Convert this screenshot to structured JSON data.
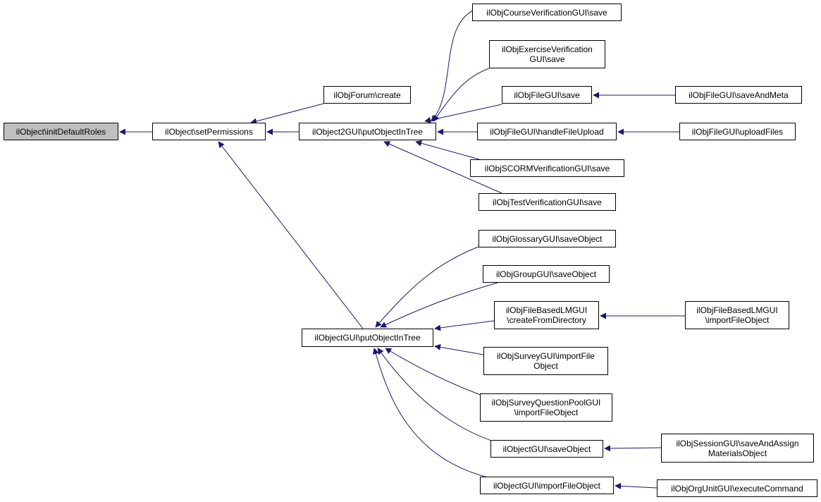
{
  "diagram": {
    "edge_color": "#191970",
    "root_fill": "#bfbfbf",
    "nodes": [
      {
        "id": "initDefaultRoles",
        "lines": [
          "ilObject\\initDefaultRoles"
        ],
        "root": true
      },
      {
        "id": "setPermissions",
        "lines": [
          "ilObject\\setPermissions"
        ]
      },
      {
        "id": "forumCreate",
        "lines": [
          "ilObjForum\\create"
        ]
      },
      {
        "id": "o2PutObjectInTree",
        "lines": [
          "ilObject2GUI\\putObjectInTree"
        ]
      },
      {
        "id": "oguiPutObjectInTree",
        "lines": [
          "ilObjectGUI\\putObjectInTree"
        ]
      },
      {
        "id": "courseVerifSave",
        "lines": [
          "ilObjCourseVerificationGUI\\save"
        ]
      },
      {
        "id": "exerciseVerifSave",
        "lines": [
          "ilObjExerciseVerification",
          "GUI\\save"
        ]
      },
      {
        "id": "fileSave",
        "lines": [
          "ilObjFileGUI\\save"
        ]
      },
      {
        "id": "fileSaveAndMeta",
        "lines": [
          "ilObjFileGUI\\saveAndMeta"
        ]
      },
      {
        "id": "fileHandleUpload",
        "lines": [
          "ilObjFileGUI\\handleFileUpload"
        ]
      },
      {
        "id": "fileUploadFiles",
        "lines": [
          "ilObjFileGUI\\uploadFiles"
        ]
      },
      {
        "id": "scormVerifSave",
        "lines": [
          "ilObjSCORMVerificationGUI\\save"
        ]
      },
      {
        "id": "testVerifSave",
        "lines": [
          "ilObjTestVerificationGUI\\save"
        ]
      },
      {
        "id": "glossarySaveObject",
        "lines": [
          "ilObjGlossaryGUI\\saveObject"
        ]
      },
      {
        "id": "groupSaveObject",
        "lines": [
          "ilObjGroupGUI\\saveObject"
        ]
      },
      {
        "id": "fblmCreateFromDir",
        "lines": [
          "ilObjFileBasedLMGUI",
          "\\createFromDirectory"
        ]
      },
      {
        "id": "fblmImportFileObject",
        "lines": [
          "ilObjFileBasedLMGUI",
          "\\importFileObject"
        ]
      },
      {
        "id": "surveyImportFileObject",
        "lines": [
          "ilObjSurveyGUI\\importFile",
          "Object"
        ]
      },
      {
        "id": "sqpImportFileObject",
        "lines": [
          "ilObjSurveyQuestionPoolGUI",
          "\\importFileObject"
        ]
      },
      {
        "id": "oguiSaveObject",
        "lines": [
          "ilObjectGUI\\saveObject"
        ]
      },
      {
        "id": "sessionSaveAndAssign",
        "lines": [
          "ilObjSessionGUI\\saveAndAssign",
          "MaterialsObject"
        ]
      },
      {
        "id": "oguiImportFileObject",
        "lines": [
          "ilObjectGUI\\importFileObject"
        ]
      },
      {
        "id": "orgUnitExecuteCommand",
        "lines": [
          "ilObjOrgUnitGUI\\executeCommand"
        ]
      }
    ],
    "edges": [
      {
        "from": "setPermissions",
        "to": "initDefaultRoles"
      },
      {
        "from": "forumCreate",
        "to": "setPermissions"
      },
      {
        "from": "o2PutObjectInTree",
        "to": "setPermissions"
      },
      {
        "from": "oguiPutObjectInTree",
        "to": "setPermissions"
      },
      {
        "from": "courseVerifSave",
        "to": "o2PutObjectInTree"
      },
      {
        "from": "exerciseVerifSave",
        "to": "o2PutObjectInTree"
      },
      {
        "from": "fileSave",
        "to": "o2PutObjectInTree"
      },
      {
        "from": "fileHandleUpload",
        "to": "o2PutObjectInTree"
      },
      {
        "from": "scormVerifSave",
        "to": "o2PutObjectInTree"
      },
      {
        "from": "testVerifSave",
        "to": "o2PutObjectInTree"
      },
      {
        "from": "fileSaveAndMeta",
        "to": "fileSave"
      },
      {
        "from": "fileUploadFiles",
        "to": "fileHandleUpload"
      },
      {
        "from": "glossarySaveObject",
        "to": "oguiPutObjectInTree"
      },
      {
        "from": "groupSaveObject",
        "to": "oguiPutObjectInTree"
      },
      {
        "from": "fblmCreateFromDir",
        "to": "oguiPutObjectInTree"
      },
      {
        "from": "surveyImportFileObject",
        "to": "oguiPutObjectInTree"
      },
      {
        "from": "sqpImportFileObject",
        "to": "oguiPutObjectInTree"
      },
      {
        "from": "oguiSaveObject",
        "to": "oguiPutObjectInTree"
      },
      {
        "from": "oguiImportFileObject",
        "to": "oguiPutObjectInTree"
      },
      {
        "from": "fblmImportFileObject",
        "to": "fblmCreateFromDir"
      },
      {
        "from": "sessionSaveAndAssign",
        "to": "oguiSaveObject"
      },
      {
        "from": "orgUnitExecuteCommand",
        "to": "oguiImportFileObject"
      }
    ]
  }
}
